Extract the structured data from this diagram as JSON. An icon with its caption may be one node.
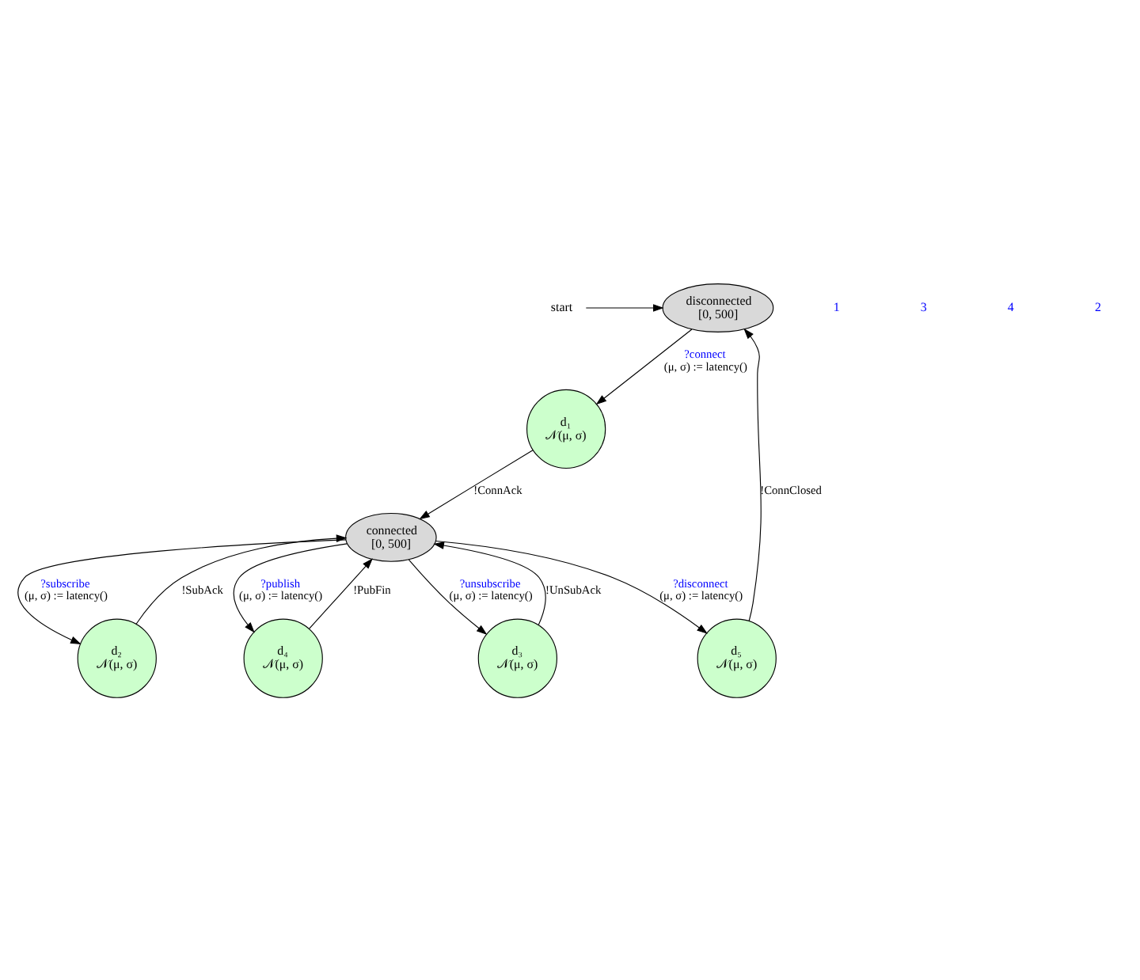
{
  "diagram": {
    "nodes": [
      {
        "text": [
          "start"
        ]
      },
      {
        "text": [
          "disconnected",
          "[0, 500]"
        ]
      },
      {
        "text": [
          "d₅",
          "𝒩(μ, σ)"
        ]
      },
      {
        "text": [
          "d₁",
          "𝒩(μ, σ)"
        ]
      },
      {
        "text": [
          "connected",
          "[0, 500]"
        ]
      },
      {
        "text": [
          "d₂",
          "𝒩(μ, σ)"
        ]
      },
      {
        "text": [
          "d₄",
          "𝒩(μ, σ)"
        ]
      },
      {
        "text": [
          "d₃",
          "𝒩(μ, σ)"
        ]
      }
    ],
    "edges": [
      {
        "from": 0,
        "to": 1,
        "arrow": "to"
      },
      {
        "from": 1,
        "to": 3,
        "arrow": "to",
        "label": "?connect (μ, σ) := latency()"
      },
      {
        "from": 3,
        "to": 4,
        "arrow": "to",
        "label": "!ConnAck"
      },
      {
        "from": 4,
        "to": 2,
        "arrow": "to",
        "label": "?disconnect (μ, σ) := latency()"
      },
      {
        "from": 2,
        "to": 1,
        "arrow": "to",
        "label": "!ConnClosed"
      },
      {
        "from": 4,
        "to": 5,
        "arrow": "to",
        "label": "?subscribe (μ, σ) := latency()"
      },
      {
        "from": 5,
        "to": 4,
        "arrow": "to",
        "label": "!SubAck"
      },
      {
        "from": 4,
        "to": 7,
        "arrow": "to",
        "label": "?unsubscribe (μ, σ) := latency()"
      },
      {
        "from": 7,
        "to": 4,
        "arrow": "to",
        "label": "!UnSubAck"
      },
      {
        "from": 4,
        "to": 6,
        "arrow": "to",
        "label": "?publish (μ, σ) := latency()"
      },
      {
        "from": 6,
        "to": 4,
        "arrow": "to",
        "label": "!PubFin"
      }
    ],
    "labels": [
      "1",
      "3",
      "4",
      "2"
    ]
  }
}
